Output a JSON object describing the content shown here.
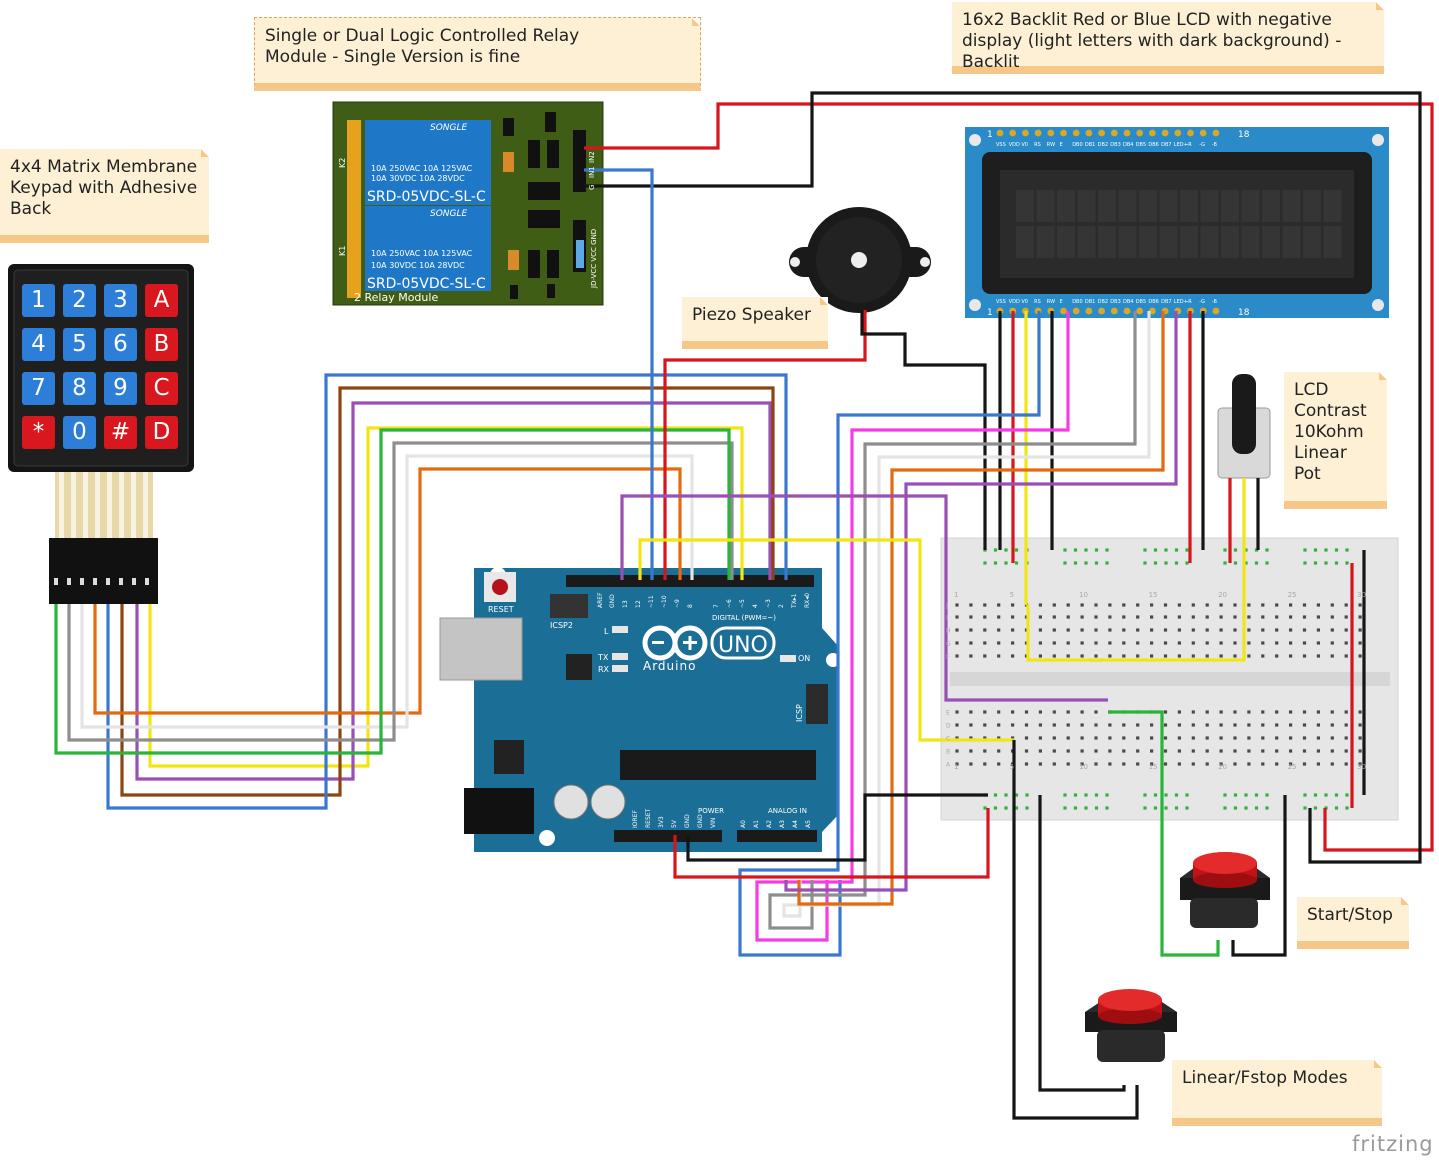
{
  "notes": {
    "relay": "Single or Dual Logic Controlled Relay Module - Single Version is fine",
    "lcd": "16x2 Backlit Red or Blue LCD with negative display (light letters with dark background) - Backlit",
    "keypad": "4x4 Matrix Membrane Keypad with Adhesive Back",
    "piezo": "Piezo Speaker",
    "pot": "LCD Contrast 10Kohm Linear Pot",
    "start": "Start/Stop",
    "modes": "Linear/Fstop Modes"
  },
  "keypad": {
    "keys": [
      "1",
      "2",
      "3",
      "A",
      "4",
      "5",
      "6",
      "B",
      "7",
      "8",
      "9",
      "C",
      "*",
      "0",
      "#",
      "D"
    ],
    "key_colors": [
      "blue",
      "blue",
      "blue",
      "red",
      "blue",
      "blue",
      "blue",
      "red",
      "blue",
      "blue",
      "blue",
      "red",
      "red",
      "blue",
      "red",
      "red"
    ]
  },
  "relay_module": {
    "brand": "SONGLE",
    "spec_line1": "10A 250VAC  10A 125VAC",
    "spec_line2": "10A  30VDC  10A  28VDC",
    "model": "SRD-05VDC-SL-C",
    "title": "2 Relay Module",
    "pins": "JD-VCC VCC GND",
    "labels": [
      "K2",
      "K1",
      "IN2",
      "IN1",
      "G"
    ]
  },
  "arduino": {
    "logo": "UNO",
    "name": "Arduino",
    "reset": "RESET",
    "icsp2": "ICSP2",
    "icsp": "ICSP",
    "digital": "DIGITAL (PWM=~)",
    "power": "POWER",
    "analog": "ANALOG IN",
    "on": "ON",
    "l": "L",
    "tx": "TX",
    "rx": "RX",
    "digital_pins": [
      "AREF",
      "GND",
      "13",
      "12",
      "~11",
      "~10",
      "~9",
      "8",
      "7",
      "~6",
      "~5",
      "4",
      "~3",
      "2",
      "TX▸1",
      "RX◂0"
    ],
    "power_pins": [
      "IOREF",
      "RESET",
      "3V3",
      "5V",
      "GND",
      "GND",
      "VIN"
    ],
    "analog_pins": [
      "A0",
      "A1",
      "A2",
      "A3",
      "A4",
      "A5"
    ]
  },
  "lcd": {
    "pin_labels": [
      "VSS",
      "VDD",
      "V0",
      "RS",
      "RW",
      "E",
      "DB0",
      "DB1",
      "DB2",
      "DB3",
      "DB4",
      "DB5",
      "DB6",
      "DB7",
      "LED+",
      "-R",
      "-G",
      "-B"
    ],
    "pin_first": "1",
    "pin_last": "18"
  },
  "breadboard": {
    "col_numbers": [
      "1",
      "5",
      "10",
      "15",
      "20",
      "25",
      "30"
    ],
    "row_letters": [
      "J",
      "I",
      "H",
      "G",
      "F",
      "E",
      "D",
      "C",
      "B",
      "A"
    ]
  },
  "watermark": "fritzing",
  "colors": {
    "red": "#d7151b",
    "black": "#151515",
    "blue": "#3a78d0",
    "yellow": "#f2e511",
    "green": "#27b53a",
    "brown": "#8b4513",
    "orange": "#e46a12",
    "purple": "#9a4fb5",
    "gray": "#8e8e8e",
    "white": "#e4e4e4",
    "magenta": "#f43ce4",
    "board_blue": "#1b6e95",
    "relay_green": "#3f5d15",
    "lcd_blue": "#2a8bc8"
  }
}
